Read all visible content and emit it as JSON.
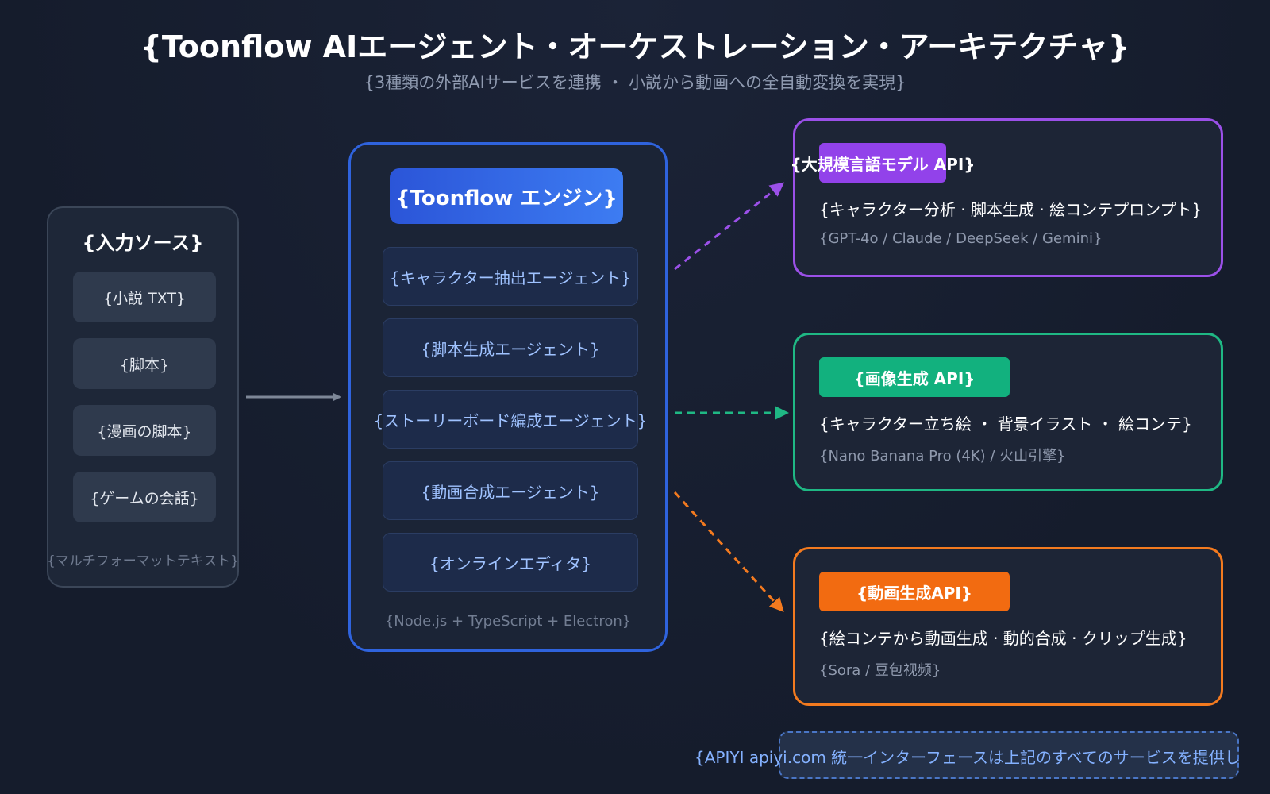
{
  "title": "{Toonflow AIエージェント・オーケストレーション・アーキテクチャ}",
  "subtitle": "{3種類の外部AIサービスを連携 ・ 小説から動画への全自動変換を実現}",
  "input": {
    "title": "{入力ソース}",
    "items": [
      "{小説 TXT}",
      "{脚本}",
      "{漫画の脚本}",
      "{ゲームの会話}"
    ],
    "footer": "{マルチフォーマットテキスト}"
  },
  "engine": {
    "title": "{Toonflow エンジン}",
    "agents": [
      "{キャラクター抽出エージェント}",
      "{脚本生成エージェント}",
      "{ストーリーボード編成エージェント}",
      "{動画合成エージェント}",
      "{オンラインエディタ}"
    ],
    "footer": "{Node.js + TypeScript + Electron}"
  },
  "services": {
    "llm": {
      "badge": "{大規模言語モデル API}",
      "desc": "{キャラクター分析 · 脚本生成 · 絵コンテプロンプト}",
      "models": "{GPT-4o / Claude / DeepSeek / Gemini}",
      "color": "#9b50e8"
    },
    "image": {
      "badge": "{画像生成 API}",
      "desc": "{キャラクター立ち絵 ・ 背景イラスト ・ 絵コンテ}",
      "models": "{Nano Banana Pro (4K) / 火山引擎}",
      "color": "#1fb884"
    },
    "video": {
      "badge": "{動画生成API}",
      "desc": "{絵コンテから動画生成 · 動的合成 · クリップ生成}",
      "models": "{Sora / 豆包视频}",
      "color": "#f37a1f"
    }
  },
  "footer": "{APIYI apiyi.com 統一インターフェースは上記のすべてのサービスを提供し"
}
